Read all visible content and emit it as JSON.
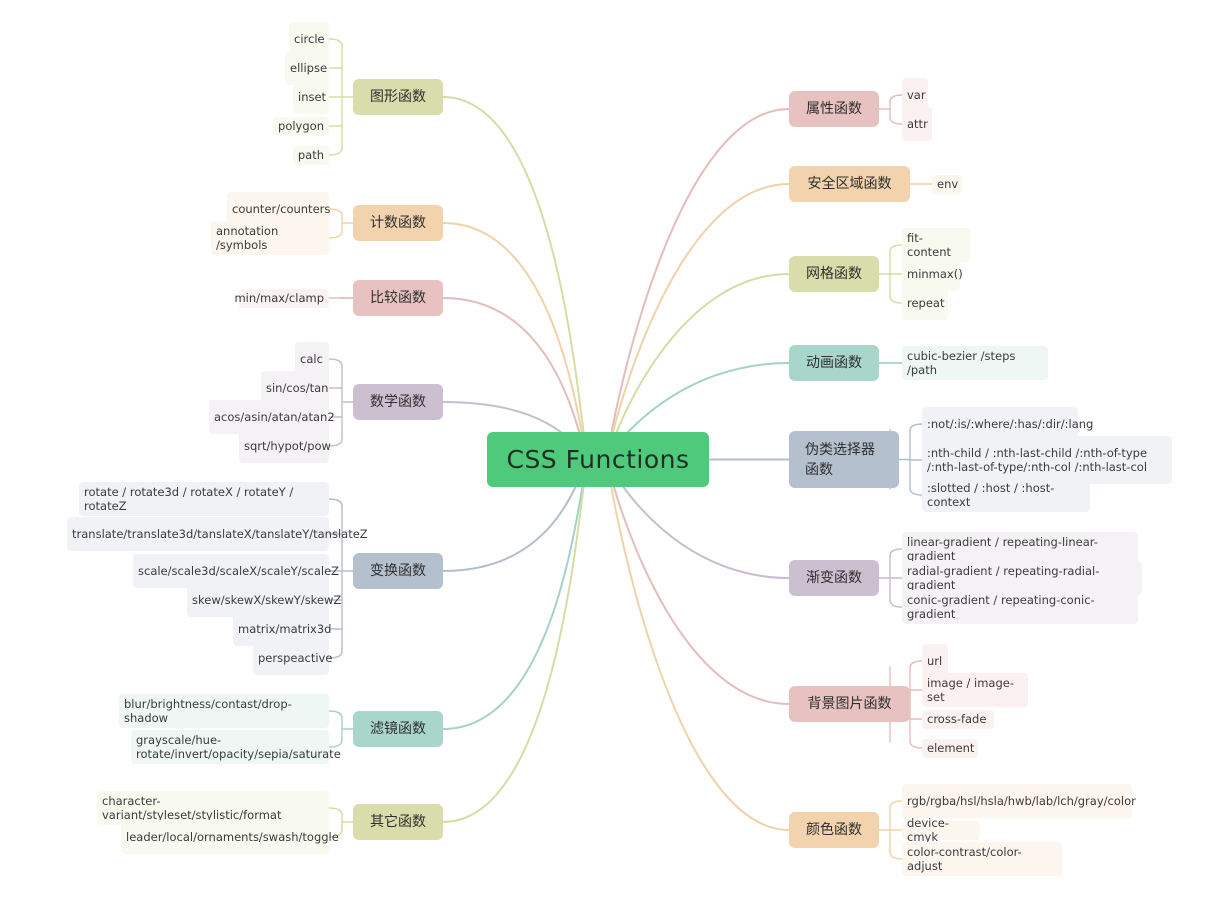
{
  "root": {
    "label": "CSS  Functions",
    "color": "#4fca7c"
  },
  "left_branches": [
    {
      "label": "图形函数",
      "color": "#d9dcab",
      "line": "#d7dca4",
      "leaf_bg": "#f8f9ef",
      "items": [
        "circle",
        "ellipse",
        "inset",
        "polygon",
        "path"
      ]
    },
    {
      "label": "计数函数",
      "color": "#f2d3ae",
      "line": "#f0d2a8",
      "leaf_bg": "#fdf6ee",
      "items": [
        "counter/counters",
        "annotation /symbols"
      ]
    },
    {
      "label": "比较函数",
      "color": "#e8c2c0",
      "line": "#e5bcbb",
      "leaf_bg": "#fbf1f1",
      "items": [
        "min/max/clamp"
      ]
    },
    {
      "label": "数学函数",
      "color": "#ccbfcf",
      "line": "#c9bccd",
      "leaf_bg": "#f5f2f6",
      "items": [
        "calc",
        "sin/cos/tan",
        "acos/asin/atan/atan2",
        "sqrt/hypot/pow"
      ]
    },
    {
      "label": "变换函数",
      "color": "#b5c0cf",
      "line": "#b3becf",
      "leaf_bg": "#f0f2f6",
      "items": [
        "rotate / rotate3d / rotateX / rotateY / rotateZ",
        "translate/translate3d/tanslateX/tanslateY/tanslateZ",
        "scale/scale3d/scaleX/scaleY/scaleZ",
        "skew/skewX/skewY/skewZ",
        "matrix/matrix3d",
        "perspeactive"
      ]
    },
    {
      "label": "滤镜函数",
      "color": "#a9d6cb",
      "line": "#a3d3c7",
      "leaf_bg": "#eef7f4",
      "items": [
        "blur/brightness/contast/drop-shadow",
        "grayscale/hue-rotate/invert/opacity/sepia/saturate"
      ]
    },
    {
      "label": "其它函数",
      "color": "#d9dcab",
      "line": "#d7dca4",
      "leaf_bg": "#f8f9ef",
      "items": [
        "character-variant/styleset/stylistic/format",
        "leader/local/ornaments/swash/toggle"
      ]
    }
  ],
  "right_branches": [
    {
      "label": "属性函数",
      "color": "#e8c2c0",
      "line": "#e5bcbb",
      "leaf_bg": "#fbf1f1",
      "items": [
        "var",
        "attr"
      ]
    },
    {
      "label": "安全区域函数",
      "color": "#f2d3ae",
      "line": "#f0d2a8",
      "leaf_bg": "#fdf6ee",
      "items": [
        "env"
      ]
    },
    {
      "label": "网格函数",
      "color": "#d9dcab",
      "line": "#d7dca4",
      "leaf_bg": "#f8f9ef",
      "items": [
        "fit-content",
        "minmax()",
        "repeat"
      ]
    },
    {
      "label": "动画函数",
      "color": "#a9d6cb",
      "line": "#a3d3c7",
      "leaf_bg": "#eef7f4",
      "items": [
        "cubic-bezier /steps /path"
      ]
    },
    {
      "label": "伪类选择器函数",
      "color": "#b5c0cf",
      "line": "#b3becf",
      "leaf_bg": "#f0f2f6",
      "items": [
        ":not/:is/:where/:has/:dir/:lang",
        ":nth-child / :nth-last-child /:nth-of-type /:nth-last-of-type/:nth-col /:nth-last-col",
        ":slotted / :host / :host-context"
      ]
    },
    {
      "label": "渐变函数",
      "color": "#ccbfcf",
      "line": "#c9bccd",
      "leaf_bg": "#f5f2f6",
      "items": [
        "linear-gradient / repeating-linear-gradient",
        "radial-gradient / repeating-radial-gradient",
        "conic-gradient / repeating-conic-gradient"
      ]
    },
    {
      "label": "背景图片函数",
      "color": "#e8c2c0",
      "line": "#e5bcbb",
      "leaf_bg": "#fbf1f1",
      "items": [
        "url",
        "image / image-set",
        "cross-fade",
        "element"
      ]
    },
    {
      "label": "颜色函数",
      "color": "#f2d3ae",
      "line": "#f0d2a8",
      "leaf_bg": "#fdf6ee",
      "items": [
        "rgb/rgba/hsl/hsla/hwb/lab/lch/gray/color",
        "device-cmyk",
        "color-contrast/color-adjust"
      ]
    }
  ]
}
